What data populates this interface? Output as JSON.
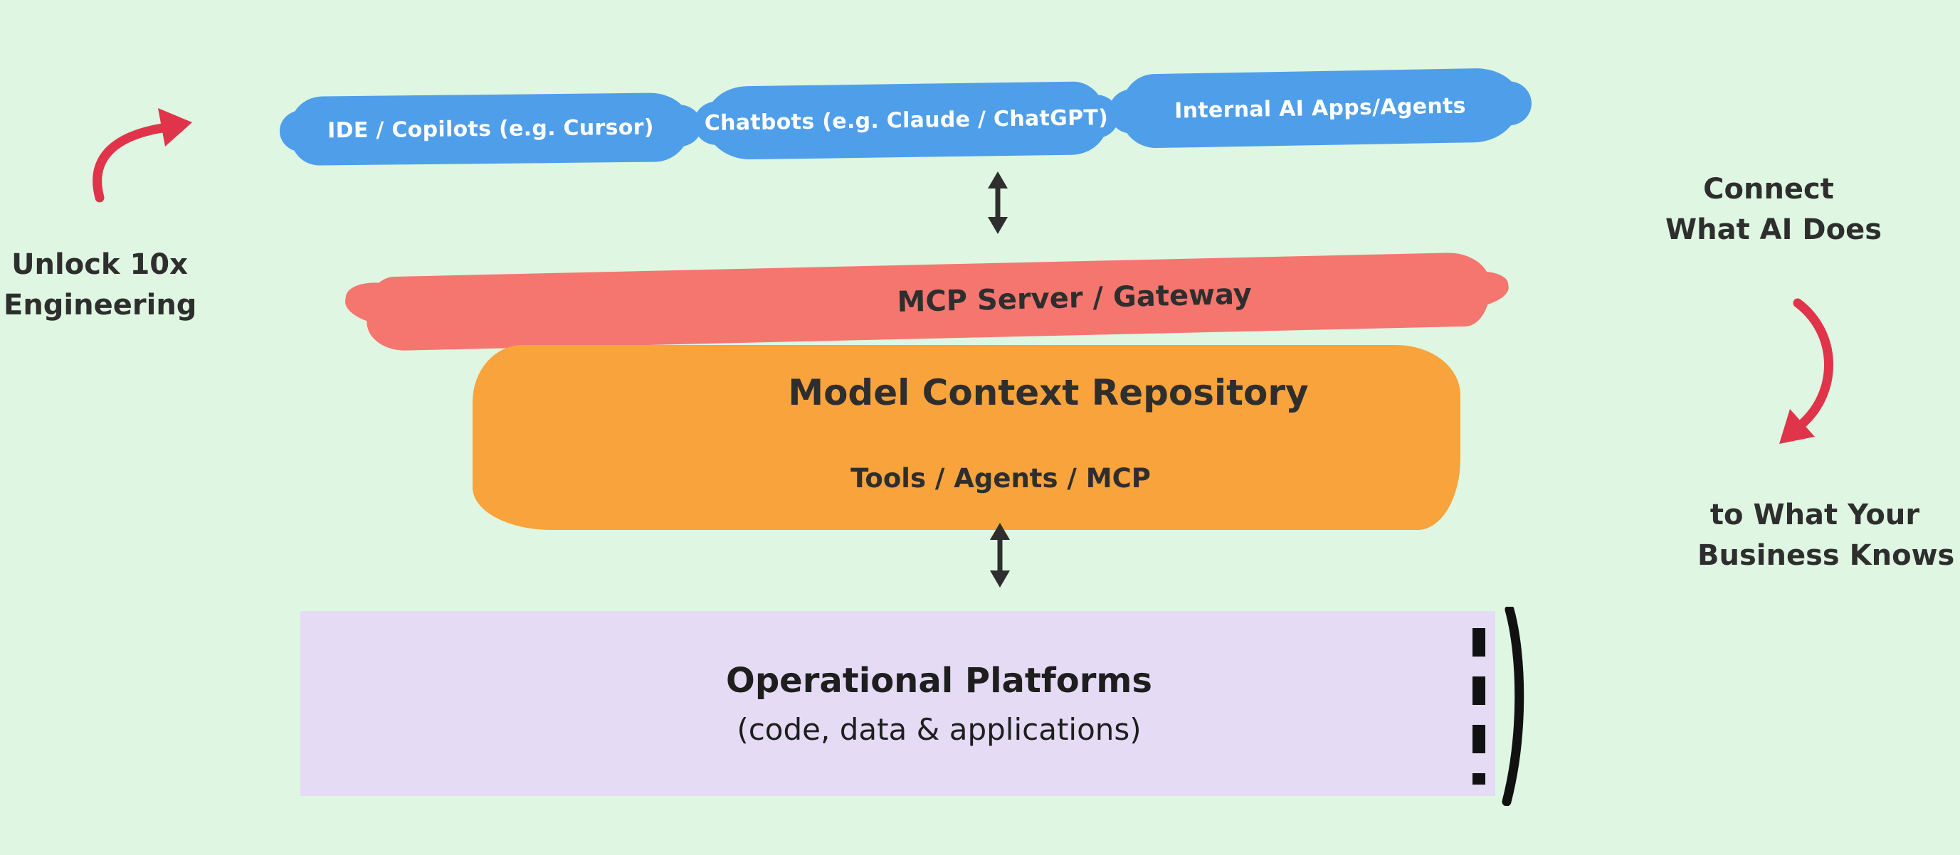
{
  "canvas": {
    "background": "#dff6e2",
    "text_color": "#2e2e2e"
  },
  "client_apps": {
    "color": "#4f9ee9",
    "items": [
      {
        "label": "IDE / Copilots (e.g. Cursor)"
      },
      {
        "label": "Chatbots (e.g. Claude / ChatGPT)"
      },
      {
        "label": "Internal AI Apps/Agents"
      }
    ]
  },
  "gateway": {
    "label": "MCP Server / Gateway",
    "color": "#f4766f"
  },
  "repository": {
    "title": "Model Context Repository",
    "subtitle": "Tools / Agents / MCP",
    "color": "#f8a33b"
  },
  "platforms": {
    "title": "Operational Platforms",
    "subtitle": "(code, data & applications)",
    "color": "#e5dbf5"
  },
  "annotations": {
    "arrow_color": "#e0344a",
    "left": {
      "line1": "Unlock 10x",
      "line2": "Engineering"
    },
    "right_top": {
      "line1": "Connect",
      "line2": "What AI Does"
    },
    "right_bottom": {
      "line1": "to What Your",
      "line2": "Business Knows"
    }
  }
}
